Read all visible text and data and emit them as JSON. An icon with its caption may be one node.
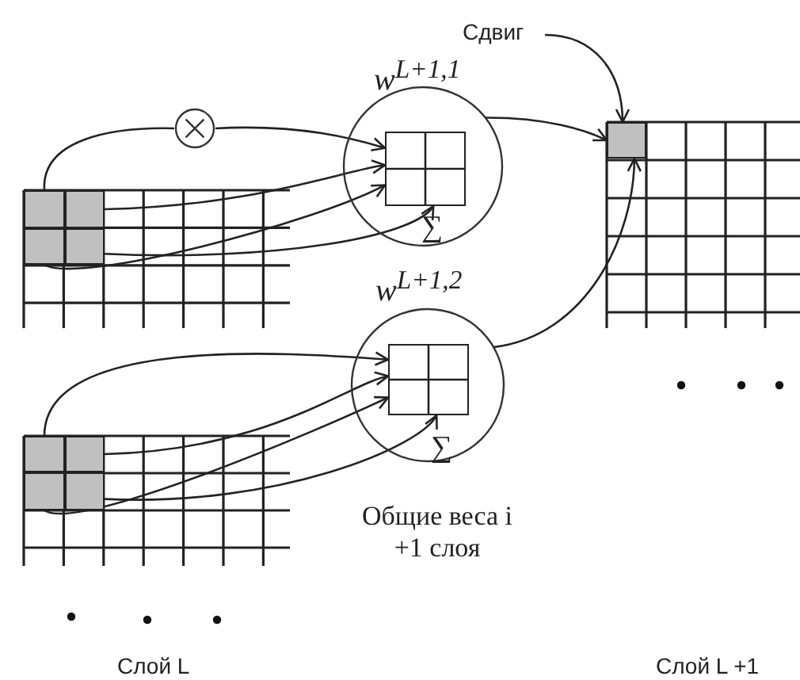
{
  "diagram": {
    "nodes": [
      {
        "text": [
          "Сдвиг"
        ]
      },
      {
        "text": [
          "w$^{L+1,1}$",
          "∑"
        ]
      },
      {
        "text": [],
        "shape": "box",
        "in": 1
      },
      {
        "text": [],
        "shape": "circle"
      },
      {
        "text": [],
        "shape": "box"
      },
      {
        "text": [],
        "shape": "box"
      },
      {
        "text": [],
        "shape": "box"
      },
      {
        "text": [],
        "shape": "box"
      },
      {
        "text": [],
        "shape": "box"
      },
      {
        "text": [
          "w$^{L+1,2}$",
          "∑"
        ]
      },
      {
        "text": [],
        "shape": "box",
        "in": 9
      },
      {
        "text": [],
        "shape": "box"
      },
      {
        "text": [],
        "shape": "box"
      },
      {
        "text": [],
        "shape": "box"
      },
      {
        "text": [],
        "shape": "box"
      }
    ],
    "edges": [
      {
        "from": 0,
        "to": 4,
        "arrow": "to"
      },
      {
        "from": 5,
        "to": 3,
        "arrow": "none"
      },
      {
        "from": 3,
        "to": 2,
        "arrow": "to"
      },
      {
        "from": 6,
        "to": 2,
        "arrow": "to"
      },
      {
        "from": 7,
        "to": 2,
        "arrow": "to"
      },
      {
        "from": 8,
        "to": 2,
        "arrow": "to"
      },
      {
        "from": 1,
        "to": 4,
        "arrow": "to"
      },
      {
        "from": 9,
        "to": 4,
        "arrow": "to"
      },
      {
        "from": 11,
        "to": 10,
        "arrow": "to"
      },
      {
        "from": 12,
        "to": 10,
        "arrow": "to"
      },
      {
        "from": 13,
        "to": 10,
        "arrow": "to"
      },
      {
        "from": 14,
        "to": 10,
        "arrow": "to"
      }
    ],
    "labels": [
      "Общие веса i +1 слоя",
      "Слой L",
      "Слой L +1"
    ]
  }
}
